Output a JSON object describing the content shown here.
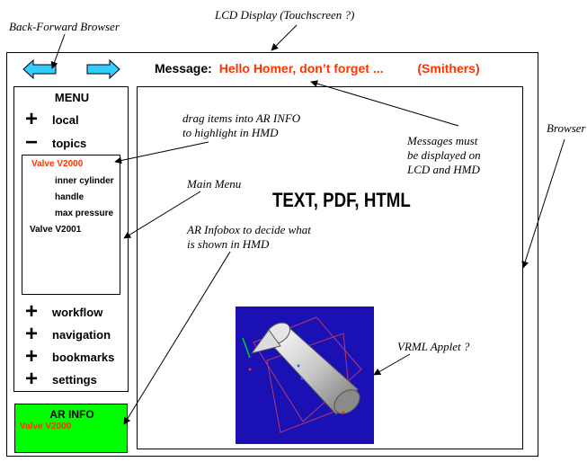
{
  "annotations": {
    "lcd_display": "LCD Display (Touchscreen ?)",
    "back_forward": "Back-Forward Browser",
    "browser": "Browser",
    "drag_items": [
      "drag items into AR INFO",
      "to highlight in HMD"
    ],
    "messages": [
      "Messages must",
      "be displayed on",
      "LCD and HMD"
    ],
    "main_menu": "Main Menu",
    "ar_infobox": [
      "AR Infobox to decide what",
      "is shown in HMD"
    ],
    "vrml_applet": "VRML Applet ?"
  },
  "message_bar": {
    "label": "Message:",
    "text": "Hello Homer, don’t forget ...",
    "sender": "(Smithers)"
  },
  "menu": {
    "title": "MENU",
    "items": [
      {
        "symbol": "+",
        "label": "local"
      },
      {
        "symbol": "−",
        "label": "topics"
      },
      {
        "symbol": "+",
        "label": "workflow"
      },
      {
        "symbol": "+",
        "label": "navigation"
      },
      {
        "symbol": "+",
        "label": "bookmarks"
      },
      {
        "symbol": "+",
        "label": "settings"
      }
    ],
    "topics": [
      {
        "label": "Valve V2000",
        "color": "#ff3300"
      },
      {
        "label": "inner cylinder",
        "color": "#000000"
      },
      {
        "label": "handle",
        "color": "#000000"
      },
      {
        "label": "max pressure",
        "color": "#000000"
      },
      {
        "label": "Valve V2001",
        "color": "#000000"
      }
    ]
  },
  "main": {
    "content_types": "TEXT, PDF, HTML"
  },
  "ar_info": {
    "title": "AR INFO",
    "item": "Valve V2000"
  },
  "colors": {
    "arrow_fill": "#33ccff",
    "message_accent": "#ff3300",
    "ar_info_bg": "#00ff00",
    "vrml_bg": "#1a10b4"
  }
}
